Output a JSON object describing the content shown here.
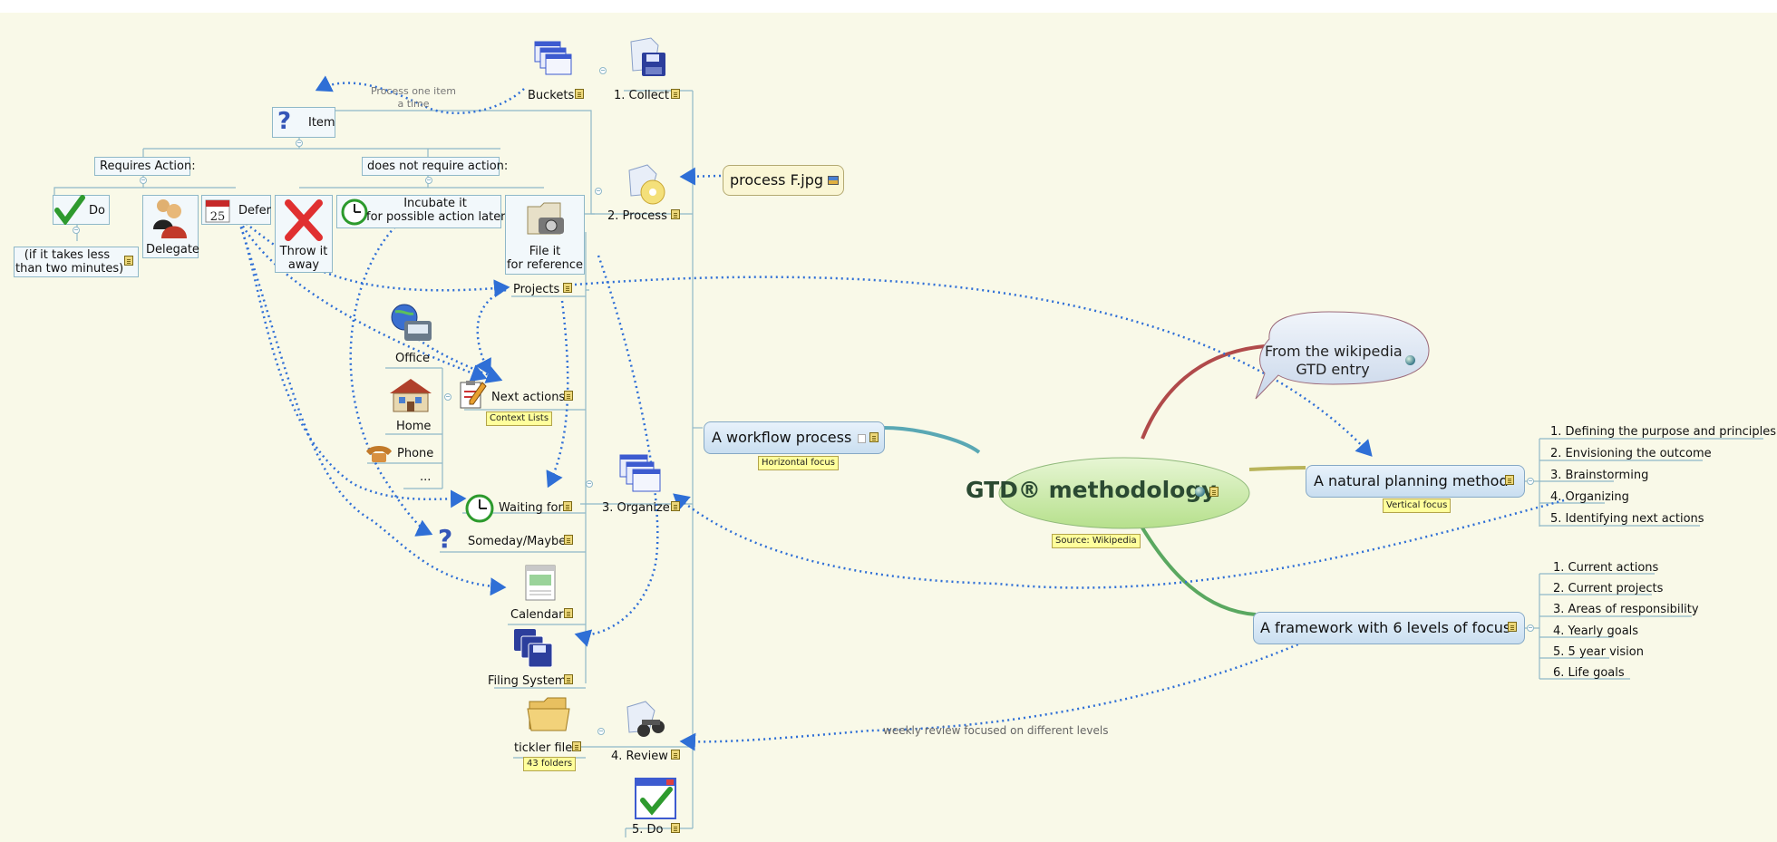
{
  "central": {
    "title": "GTD® methodology",
    "source_tag": "Source: Wikipedia"
  },
  "workflow": {
    "title": "A workflow process",
    "tag": "Horizontal focus"
  },
  "wiki": {
    "line1": "From the wikipedia",
    "line2": "GTD entry"
  },
  "planning": {
    "title": "A natural planning method",
    "tag": "Vertical focus",
    "steps": [
      "1. Defining the purpose and principles",
      "2. Envisioning the outcome",
      "3. Brainstorming",
      "4. Organizing",
      "5. Identifying next actions"
    ]
  },
  "framework": {
    "title": "A framework with 6 levels of focus",
    "levels": [
      "1. Current actions",
      "2. Current projects",
      "3. Areas of responsibility",
      "4. Yearly goals",
      "5. 5 year vision",
      "6. Life goals"
    ]
  },
  "steps": {
    "collect": "1. Collect",
    "process": "2. Process",
    "organize": "3. Organize",
    "review": "4. Review",
    "do": "5. Do"
  },
  "buckets": "Buckets",
  "process_item_note": {
    "line1": "Process one item",
    "line2": "a time"
  },
  "process_image": "process F.jpg",
  "item": "Item",
  "requires_action": "Requires Action:",
  "no_action": "does not require action:",
  "do": "Do",
  "two_minutes": {
    "line1": "(if it takes less",
    "line2": "than two minutes)"
  },
  "delegate": "Delegate",
  "defer": "Defer",
  "throw": {
    "line1": "Throw it",
    "line2": "away"
  },
  "incubate": {
    "line1": "Incubate it",
    "line2": "for possible action later"
  },
  "file_it": {
    "line1": "File it",
    "line2": "for reference"
  },
  "projects": "Projects",
  "contexts": {
    "office": "Office",
    "home": "Home",
    "phone": "Phone",
    "more": "..."
  },
  "next_actions": "Next actions",
  "context_lists": "Context Lists",
  "waiting_for": "Waiting for",
  "someday": "Someday/Maybe",
  "calendar": "Calendar",
  "filing_system": "Filing System",
  "tickler": {
    "label": "tickler file",
    "tag": "43 folders"
  },
  "weekly_review": "weekly review focused on different levels",
  "calendar_day": "25",
  "colors": {
    "background": "#f9f9e8",
    "branch": "#8fb8c8",
    "relation": "#2f6fd6",
    "central_fill": "#c9eaa8",
    "note": "#ecd77a",
    "tag": "#ffff9c"
  }
}
